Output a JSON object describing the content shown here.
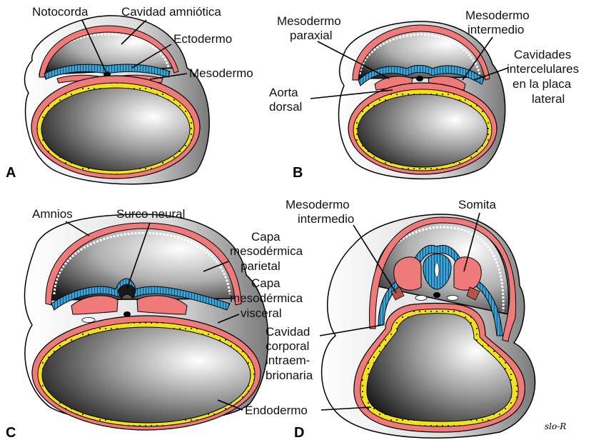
{
  "panels": {
    "A": {
      "letter": "A",
      "labels": {
        "notocorda": "Notocorda",
        "cavidad_amniotica": "Cavidad amniótica",
        "ectodermo": "Ectodermo",
        "mesodermo": "Mesodermo"
      }
    },
    "B": {
      "letter": "B",
      "labels": {
        "mesodermo_paraxial_1": "Mesodermo",
        "mesodermo_paraxial_2": "paraxial",
        "mesodermo_intermedio_1": "Mesodermo",
        "mesodermo_intermedio_2": "intermedio",
        "cavidades_1": "Cavidades",
        "cavidades_2": "intercelulares",
        "cavidades_3": "en la placa",
        "cavidades_4": "lateral",
        "aorta_1": "Aorta",
        "aorta_2": "dorsal"
      }
    },
    "C": {
      "letter": "C",
      "labels": {
        "amnios": "Amnios",
        "surco_neural": "Surco neural",
        "capa_parietal_1": "Capa",
        "capa_parietal_2": "mesodérmica",
        "capa_parietal_3": "parietal",
        "capa_visceral_1": "Capa",
        "capa_visceral_2": "mesodérmica",
        "capa_visceral_3": "visceral"
      }
    },
    "D": {
      "letter": "D",
      "labels": {
        "mesodermo_intermedio_1": "Mesodermo",
        "mesodermo_intermedio_2": "intermedio",
        "somita": "Somita",
        "cavidad_corporal_1": "Cavidad",
        "cavidad_corporal_2": "corporal",
        "cavidad_corporal_3": "intraem-",
        "cavidad_corporal_4": "brionaria"
      }
    }
  },
  "shared_labels": {
    "endodermo": "Endodermo"
  },
  "signature": "slo-R",
  "colors": {
    "ectoderm": "#2aa6e0",
    "mesoderm": "#f07a7a",
    "endoderm": "#f2e21a",
    "cavity_shade_dark": "#1a1a1a",
    "notochord": "#000000"
  }
}
